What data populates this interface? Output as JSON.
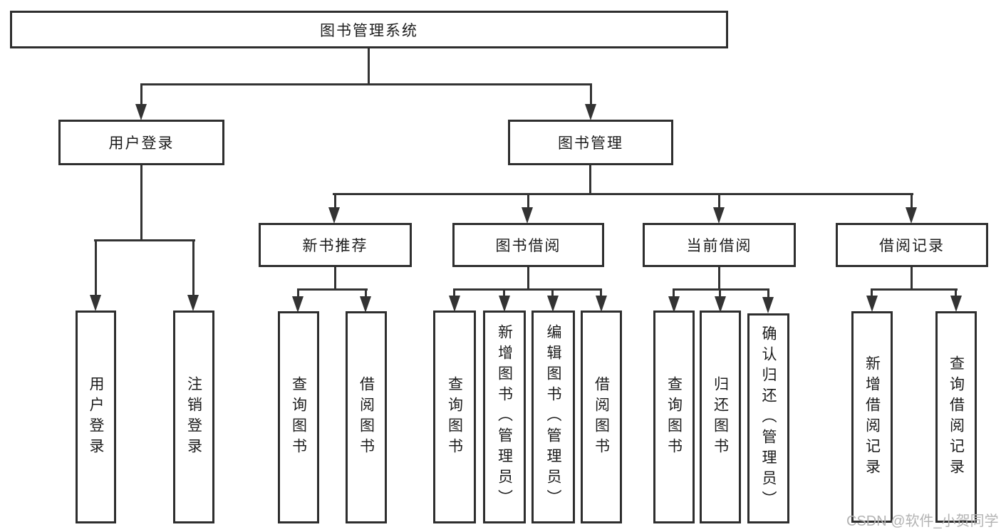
{
  "diagram": {
    "type": "tree",
    "tree": {
      "label": "图书管理系统",
      "children": [
        {
          "label": "用户登录",
          "children": [
            "用户登录",
            "注销登录"
          ]
        },
        {
          "label": "图书管理",
          "children": [
            {
              "label": "新书推荐",
              "children": [
                "查询图书",
                "借阅图书"
              ]
            },
            {
              "label": "图书借阅",
              "children": [
                "查询图书",
                "新增图书（管理员）",
                "编辑图书（管理员）",
                "借阅图书"
              ]
            },
            {
              "label": "当前借阅",
              "children": [
                "查询图书",
                "归还图书",
                "确认归还（管理员）"
              ]
            },
            {
              "label": "借阅记录",
              "children": [
                "新增借阅记录",
                "查询借阅记录"
              ]
            }
          ]
        }
      ]
    },
    "watermark": "CSDN @软件_小贺同学",
    "colors": {
      "line": "#333333",
      "box_border": "#2e2e2e",
      "box_fill": "#ffffff",
      "text": "#1c1c1c",
      "watermark": "#b3b3b3",
      "background": "#ffffff"
    }
  }
}
